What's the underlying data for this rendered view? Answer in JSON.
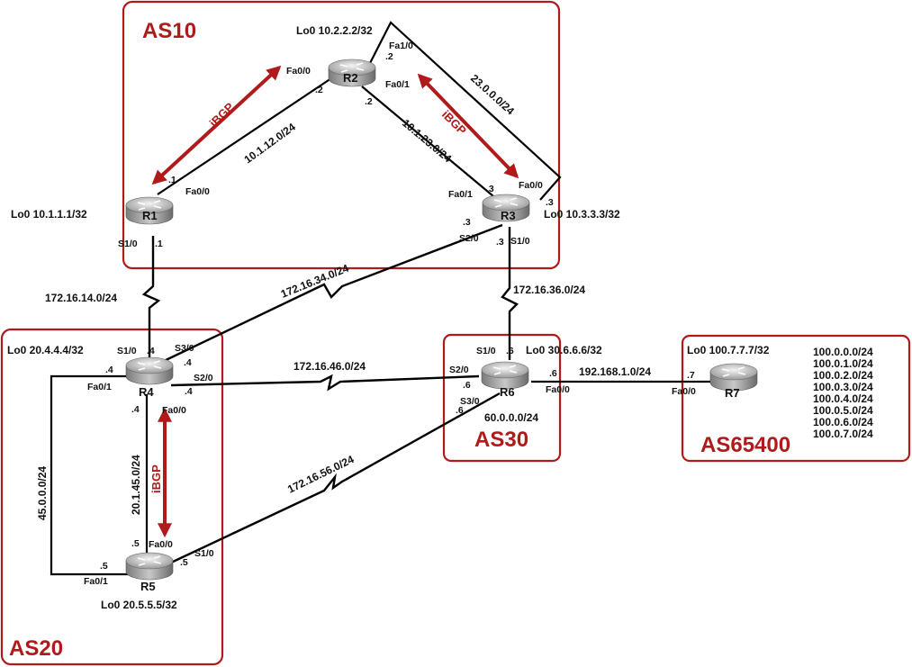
{
  "colors": {
    "as_border": "#b01a1a",
    "as_label": "#b01a1a",
    "ibgp": "#b01a1a"
  },
  "as_boxes": {
    "as10": "AS10",
    "as20": "AS20",
    "as30": "AS30",
    "as65400": "AS65400"
  },
  "routers": {
    "r1": {
      "name": "R1",
      "loopback": "Lo0 10.1.1.1/32"
    },
    "r2": {
      "name": "R2",
      "loopback": "Lo0 10.2.2.2/32"
    },
    "r3": {
      "name": "R3",
      "loopback": "Lo0 10.3.3.3/32"
    },
    "r4": {
      "name": "R4",
      "loopback": "Lo0 20.4.4.4/32"
    },
    "r5": {
      "name": "R5",
      "loopback": "Lo0 20.5.5.5/32"
    },
    "r6": {
      "name": "R6",
      "loopback": "Lo0 30.6.6.6/32"
    },
    "r7": {
      "name": "R7",
      "loopback": "Lo0 100.7.7.7/32"
    }
  },
  "networks": {
    "r1_r2": "10.1.12.0/24",
    "r2_r3": "10.1.23.0/24",
    "r2_r3_b": "23.0.0.0/24",
    "r1_r4": "172.16.14.0/24",
    "r3_r4": "172.16.34.0/24",
    "r3_r6": "172.16.36.0/24",
    "r4_r6": "172.16.46.0/24",
    "r4_r5": "20.1.45.0/24",
    "r4_r5_b": "45.0.0.0/24",
    "r5_r6": "172.16.56.0/24",
    "r6_lan": "60.0.0.0/24",
    "r6_r7": "192.168.1.0/24"
  },
  "ibgp_label": "iBGP",
  "interfaces": {
    "r1_fa00": "Fa0/0",
    "r1_fa00_ip": ".1",
    "r1_s10": "S1/0",
    "r1_s10_ip": ".1",
    "r2_fa00": "Fa0/0",
    "r2_fa00_ip": ".2",
    "r2_fa01": "Fa0/1",
    "r2_fa01_ip": ".2",
    "r2_fa10": "Fa1/0",
    "r2_fa10_ip": ".2",
    "r3_fa01": "Fa0/1",
    "r3_fa01_ip": ".3",
    "r3_fa00": "Fa0/0",
    "r3_fa00_ip": ".3",
    "r3_s20": "S2/0",
    "r3_s20_ip": ".3",
    "r3_s10": "S1/0",
    "r3_s10_ip": ".3",
    "r4_s10": "S1/0",
    "r4_s10_ip": ".4",
    "r4_s30": "S3/0",
    "r4_s30_ip": ".4",
    "r4_s20": "S2/0",
    "r4_s20_ip": ".4",
    "r4_fa01": "Fa0/1",
    "r4_fa01_ip": ".4",
    "r4_fa00": "Fa0/0",
    "r4_fa00_ip": ".4",
    "r5_fa00": "Fa0/0",
    "r5_fa00_ip": ".5",
    "r5_fa01": "Fa0/1",
    "r5_fa01_ip": ".5",
    "r5_s10": "S1/0",
    "r5_s10_ip": ".5",
    "r6_s10": "S1/0",
    "r6_s10_ip": ".6",
    "r6_s20": "S2/0",
    "r6_s20_ip": ".6",
    "r6_s30": "S3/0",
    "r6_s30_ip": ".6",
    "r6_fa00": "Fa0/0",
    "r6_fa00_ip": ".6",
    "r7_fa00": "Fa0/0",
    "r7_fa00_ip": ".7"
  },
  "r7_networks": [
    "100.0.0.0/24",
    "100.0.1.0/24",
    "100.0.2.0/24",
    "100.0.3.0/24",
    "100.0.4.0/24",
    "100.0.5.0/24",
    "100.0.6.0/24",
    "100.0.7.0/24"
  ]
}
